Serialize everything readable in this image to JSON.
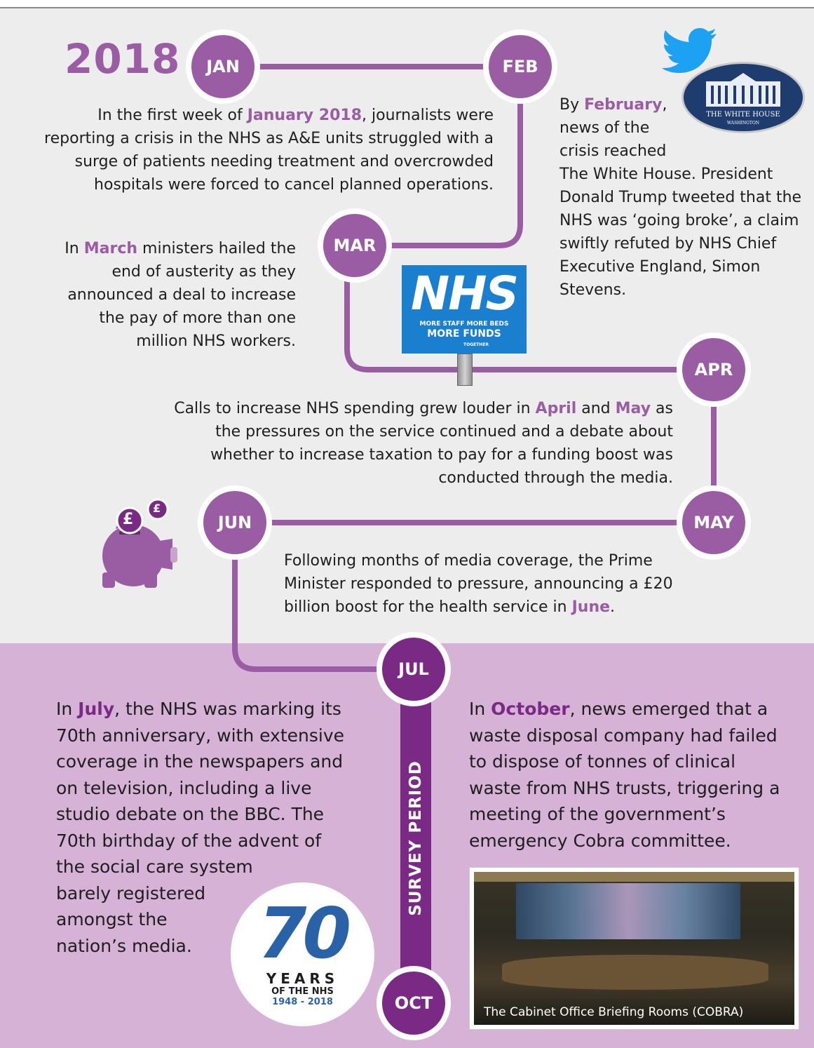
{
  "year": "2018",
  "months": {
    "jan": "JAN",
    "feb": "FEB",
    "mar": "MAR",
    "apr": "APR",
    "may": "MAY",
    "jun": "JUN",
    "jul": "JUL",
    "oct": "OCT"
  },
  "survey_label": "SURVEY PERIOD",
  "colors": {
    "accent": "#9a5ca3",
    "accent_dark": "#7a2a84",
    "lower_band": "#d5b2d6",
    "background": "#ededed"
  },
  "jan_text": {
    "pre": "In the first week of ",
    "hl": "January 2018",
    "post": ", journalists were reporting a crisis in the NHS as A&E units struggled with a surge of patients needing treatment and overcrowded hospitals were forced to cancel planned operations."
  },
  "feb_text": {
    "pre": "By ",
    "hl": "February",
    "post1": ",",
    "l2": "news of the",
    "l3": "crisis reached",
    "rest": "The White House. President Donald Trump tweeted that the NHS was ‘going broke’, a claim swiftly refuted by NHS Chief Executive England, Simon Stevens."
  },
  "mar_text": {
    "pre": "In ",
    "hl": "March",
    "post": " ministers hailed the end of austerity as they announced a deal to increase the pay of more than one million NHS workers."
  },
  "apr_text": {
    "pre": "Calls to increase NHS spending grew louder in ",
    "hl1": "April",
    "mid": " and ",
    "hl2": "May",
    "post": " as the pressures on the service continued and a debate about whether to increase taxation to pay for a funding boost was conducted through the media."
  },
  "jun_text": {
    "pre": "Following months of media coverage, the Prime Minister responded to pressure, announcing a £20 billion boost for the health service in ",
    "hl": "June",
    "post": "."
  },
  "jul_text": {
    "pre": "In ",
    "hl": "July",
    "post": ", the NHS was marking its 70th anniversary, with extensive coverage in the newspapers and on television, including a live studio debate on the BBC. The 70th birthday of the advent of",
    "l1": "the social care system",
    "l2": "barely registered",
    "l3": "amongst the",
    "l4": "nation’s media."
  },
  "oct_text": {
    "pre": "In ",
    "hl": "October",
    "post": ", news emerged that a waste disposal company had failed to dispose of tonnes of clinical waste from NHS trusts, triggering a meeting of the government’s emergency Cobra committee."
  },
  "nhs_sign": {
    "logo": "NHS",
    "line1": "MORE STAFF  MORE BEDS",
    "line2": "MORE FUNDS",
    "footer": "TOGETHER"
  },
  "white_house": {
    "line1": "THE WHITE HOUSE",
    "line2": "WASHINGTON"
  },
  "badge": {
    "number": "70",
    "years": "YEARS",
    "of": "OF THE NHS",
    "range": "1948 - 2018"
  },
  "photo_caption": "The Cabinet Office Briefing Rooms (COBRA)",
  "coin_symbol": "£"
}
